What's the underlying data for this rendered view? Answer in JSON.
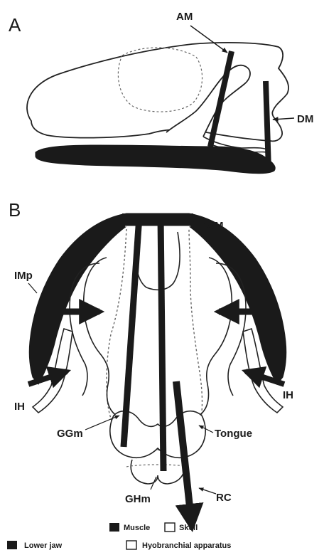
{
  "panels": {
    "a": {
      "letter": "A",
      "labels": {
        "am": "AM",
        "dm": "DM"
      }
    },
    "b": {
      "letter": "B",
      "labels": {
        "sm": "SM",
        "imp": "IMp",
        "ih_left": "IH",
        "ih_right": "IH",
        "ggm": "GGm",
        "tongue": "Tongue",
        "ghm": "GHm",
        "rc": "RC"
      }
    }
  },
  "legend": {
    "muscle": "Muscle",
    "skull": "Skull",
    "lower_jaw": "Lower jaw",
    "hyobranchial": "Hyobranchial apparatus"
  },
  "colors": {
    "ink": "#1a1a1a",
    "outline": "#222222",
    "dotted": "#666666",
    "background": "#ffffff"
  }
}
